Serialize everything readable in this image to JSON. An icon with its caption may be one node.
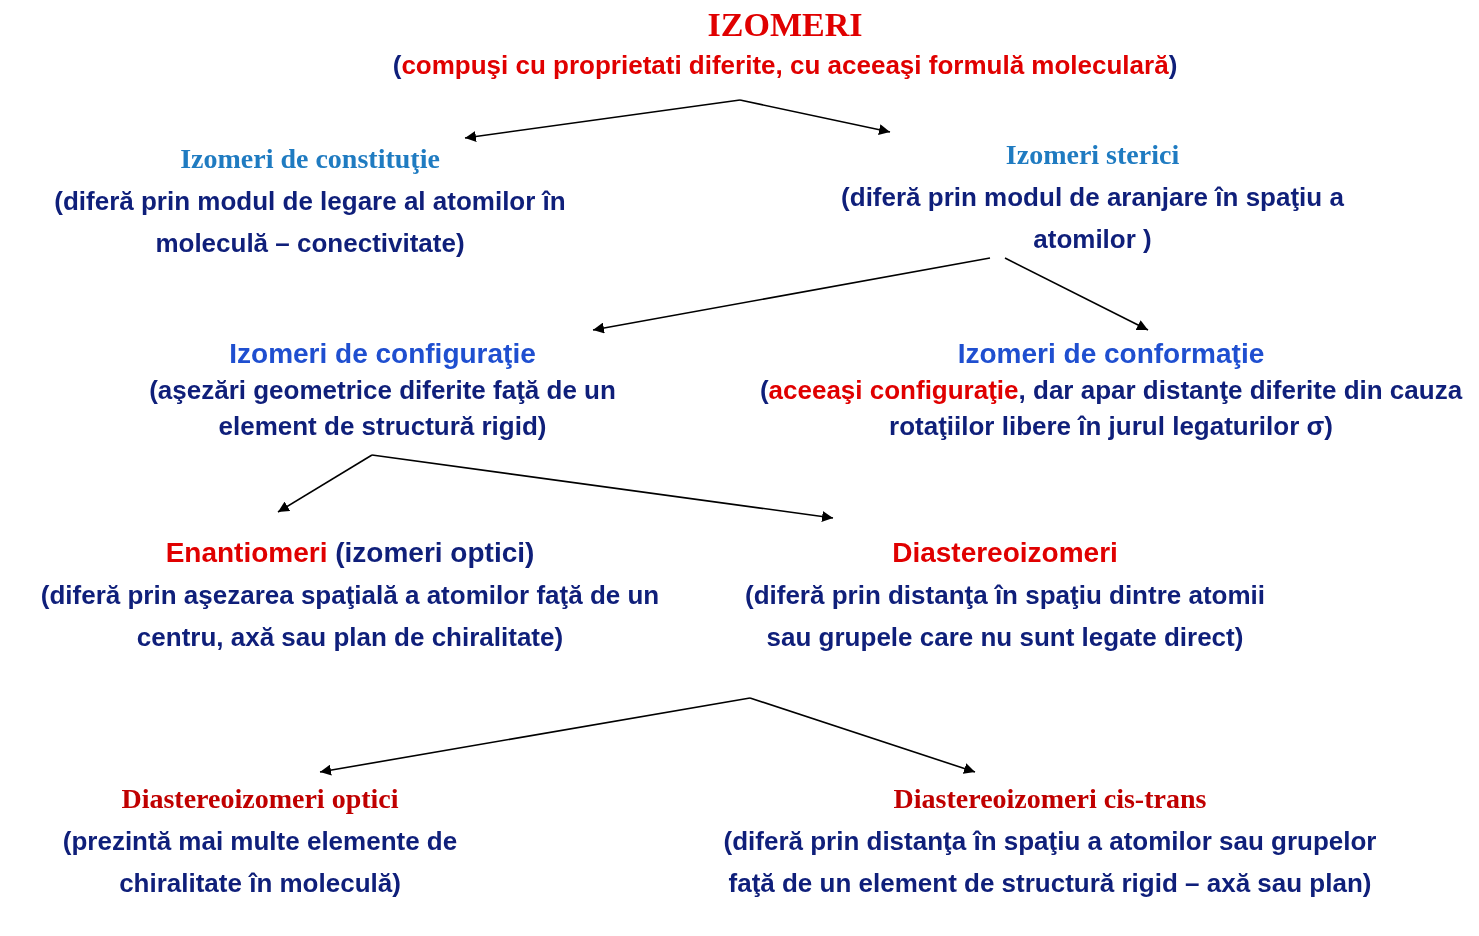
{
  "diagram": {
    "nodes": [
      {
        "text": [
          "IZOMERI",
          "(**compuşi cu proprietati diferite, cu aceeaşi formulă moleculară**)"
        ]
      },
      {
        "text": [
          "Izomeri de constituţie",
          "(diferă prin modul de legare al atomilor în moleculă – conectivitate)"
        ]
      },
      {
        "text": [
          "Izomeri sterici",
          "(diferă prin modul de aranjare în spaţiu a atomilor )"
        ]
      },
      {
        "text": [
          "Izomeri de configuraţie",
          "(aşezări geometrice diferite faţă de un element de structură rigid)"
        ]
      },
      {
        "text": [
          "Izomeri de conformaţie",
          "(**aceeaşi configuraţie**, dar apar distanţe diferite din cauza rotaţiilor libere în jurul legaturilor σ)"
        ]
      },
      {
        "text": [
          "**Enantiomeri** (izomeri optici)",
          "(diferă prin aşezarea spaţială a atomilor faţă de un centru, axă sau plan de chiralitate)"
        ]
      },
      {
        "text": [
          "Diastereoizomeri",
          "(diferă prin distanţa în spaţiu dintre atomii sau grupele care nu sunt legate direct)"
        ]
      },
      {
        "text": [
          "Diastereoizomeri optici",
          "(prezintă mai multe elemente de chiralitate în moleculă)"
        ]
      },
      {
        "text": [
          "Diastereoizomeri cis-trans",
          "(diferă prin distanţa în spaţiu a atomilor sau grupelor faţă de un element de structură rigid – axă sau plan)"
        ]
      }
    ],
    "edges": [
      {
        "from": 0,
        "to": 1,
        "arrow": "to"
      },
      {
        "from": 0,
        "to": 2,
        "arrow": "to"
      },
      {
        "from": 2,
        "to": 3,
        "arrow": "to"
      },
      {
        "from": 2,
        "to": 4,
        "arrow": "to"
      },
      {
        "from": 3,
        "to": 5,
        "arrow": "to"
      },
      {
        "from": 3,
        "to": 6,
        "arrow": "to"
      },
      {
        "from": 6,
        "to": 7,
        "arrow": "to"
      },
      {
        "from": 6,
        "to": 8,
        "arrow": "to"
      }
    ]
  }
}
